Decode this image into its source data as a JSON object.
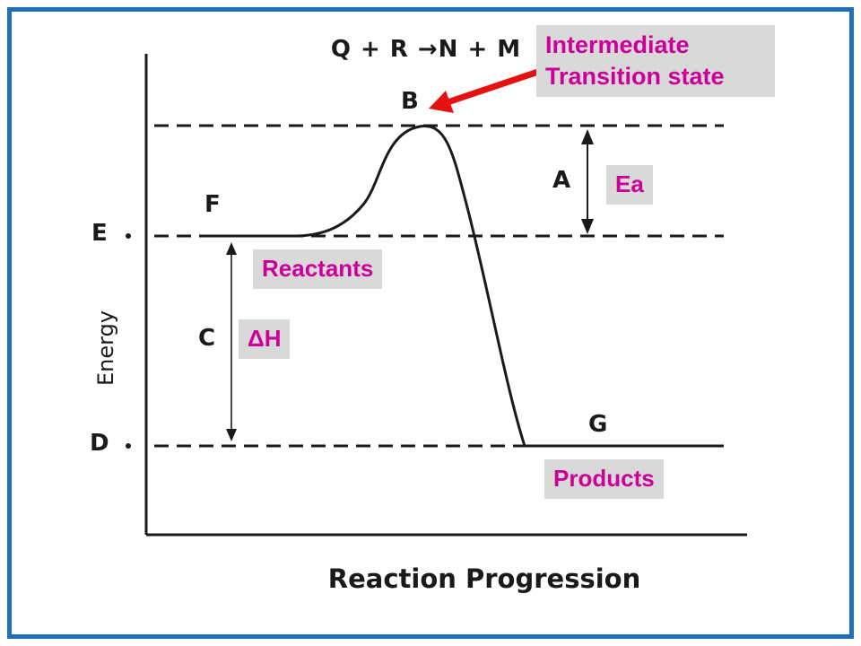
{
  "colors": {
    "frame_blue": "#1f70b8",
    "magenta": "#cc0099",
    "box_gray": "#d9d9d9",
    "arrow_red": "#e51212",
    "ink": "#1a1a1a"
  },
  "equation": "Q + R →N + M",
  "axes": {
    "y": "Energy",
    "x": "Reaction Progression"
  },
  "labels": {
    "peak": "B",
    "reactant_start": "F",
    "product_level": "G",
    "e_level": "E",
    "d_level": "D",
    "activation": "A",
    "enthalpy": "C"
  },
  "callouts": {
    "transition": "Intermediate Transition state",
    "ea": "Ea",
    "delta_h": "ΔH",
    "reactants": "Reactants",
    "products": "Products"
  }
}
